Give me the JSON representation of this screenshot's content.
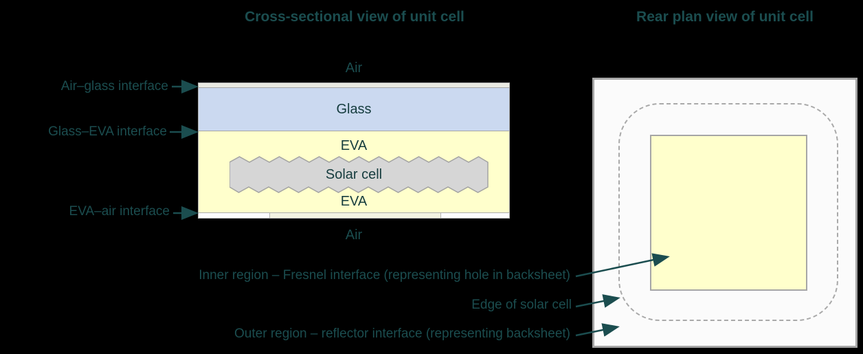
{
  "titles": {
    "left": "Cross-sectional view of unit cell",
    "right": "Rear plan view of unit cell"
  },
  "cross_section": {
    "air_top": "Air",
    "glass": "Glass",
    "eva_top": "EVA",
    "solar_cell": "Solar cell",
    "eva_bottom": "EVA",
    "air_bottom": "Air",
    "interface_labels": [
      "Air–glass interface",
      "Glass–EVA interface",
      "EVA–air interface"
    ]
  },
  "rear_plan": {
    "annotations": [
      "Inner region – Fresnel interface (representing hole in backsheet)",
      "Edge of solar cell",
      "Outer region – reflector interface (representing backsheet)"
    ]
  },
  "colors": {
    "background": "#000000",
    "text": "#1b4d4f",
    "arrow": "#1b4d4f",
    "glass_fill": "#cbd9f0",
    "eva_fill": "#ffffcc",
    "solar_cell_fill": "#d6d6d6",
    "interface_strip_fill": "#eaeae2",
    "hole_segment_fill": "#f3f3e2",
    "panel_fill": "#fbfbfb",
    "border_gray": "#a6a6a6"
  }
}
